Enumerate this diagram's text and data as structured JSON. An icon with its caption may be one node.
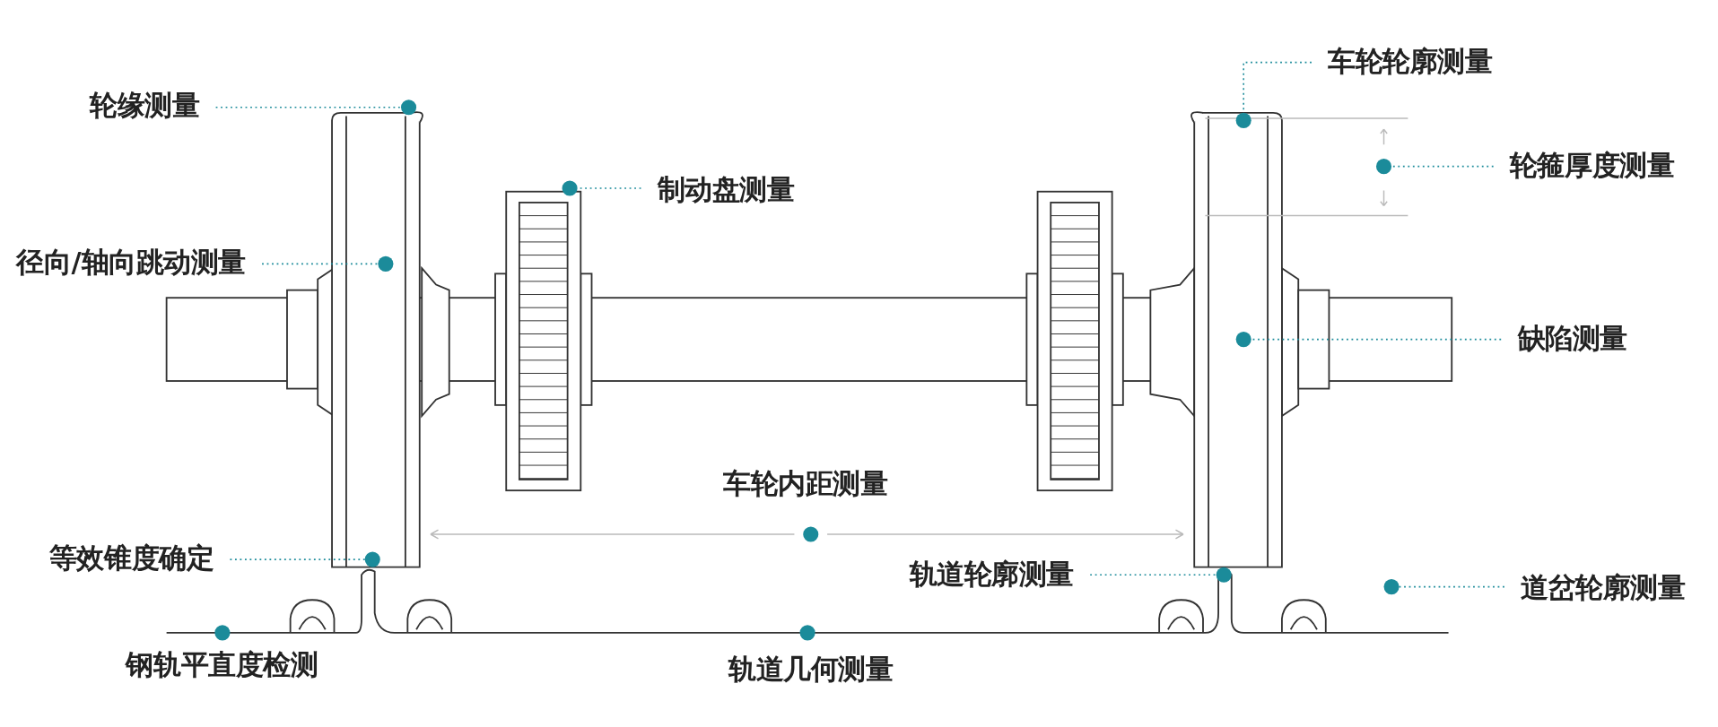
{
  "diagram": {
    "nodes": [
      {
        "text": [
          "车轮轮廓测量"
        ]
      },
      {
        "text": [],
        "shape": "circle"
      },
      {
        "text": [
          "轮缘测量"
        ]
      },
      {
        "text": [],
        "shape": "circle"
      },
      {
        "text": [
          "轮箍厚度测量"
        ]
      },
      {
        "text": [],
        "shape": "circle"
      },
      {
        "text": [
          "制动盘测量"
        ]
      },
      {
        "text": [],
        "shape": "circle"
      },
      {
        "text": [
          "径向/轴向跳动测量"
        ]
      },
      {
        "text": [],
        "shape": "circle"
      },
      {
        "text": [
          "缺陷测量"
        ]
      },
      {
        "text": [],
        "shape": "circle"
      },
      {
        "text": [],
        "shape": "circle",
        "beside": [
          "车轮内距测量"
        ]
      },
      {
        "text": [
          "等效锥度确定"
        ]
      },
      {
        "text": [],
        "shape": "circle"
      },
      {
        "text": [
          "轨道轮廓测量"
        ]
      },
      {
        "text": [],
        "shape": "circle"
      },
      {
        "text": [
          "道岔轮廓测量"
        ]
      },
      {
        "text": [],
        "shape": "circle"
      },
      {
        "text": [],
        "shape": "circle",
        "beside": [
          "钢轨平直度检测"
        ]
      },
      {
        "text": [],
        "shape": "circle",
        "beside": [
          "轨道几何测量"
        ]
      }
    ],
    "edges": [
      {
        "from": 0,
        "to": 1,
        "arrow": "none"
      },
      {
        "from": 2,
        "to": 3,
        "arrow": "none"
      },
      {
        "from": 4,
        "to": 5,
        "arrow": "none"
      },
      {
        "from": 6,
        "to": 7,
        "arrow": "none"
      },
      {
        "from": 8,
        "to": 9,
        "arrow": "none"
      },
      {
        "from": 10,
        "to": 11,
        "arrow": "none"
      },
      {
        "from": 13,
        "to": 14,
        "arrow": "none"
      },
      {
        "from": 15,
        "to": 16,
        "arrow": "none"
      },
      {
        "from": 17,
        "to": 18,
        "arrow": "none"
      }
    ]
  }
}
